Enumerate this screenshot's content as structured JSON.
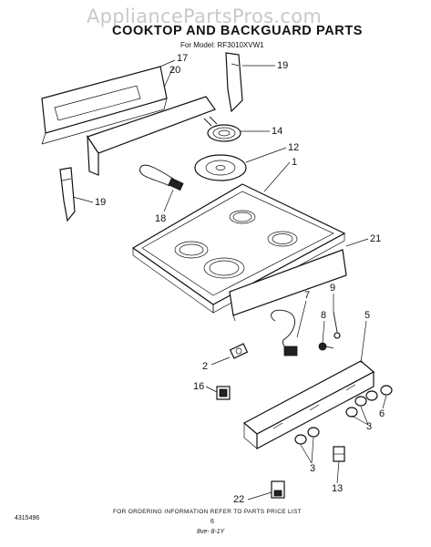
{
  "watermark": "AppliancePartsPros.com",
  "title": "COOKTOP AND BACKGUARD PARTS",
  "model": "For Model: RF3010XVW1",
  "callouts": {
    "c17": "17",
    "c20": "20",
    "c19a": "19",
    "c14": "14",
    "c12": "12",
    "c1": "1",
    "c19b": "19",
    "c18": "18",
    "c21": "21",
    "c7": "7",
    "c9": "9",
    "c8": "8",
    "c5": "5",
    "c2": "2",
    "c16": "16",
    "c3a": "3",
    "c6": "6",
    "c3b": "3",
    "c13": "13",
    "c22": "22"
  },
  "footer": {
    "doc_number": "4315496",
    "note": "FOR ORDERING INFORMATION REFER TO PARTS PRICE LIST",
    "page": "6",
    "code": "8ve- 8-1Y"
  }
}
